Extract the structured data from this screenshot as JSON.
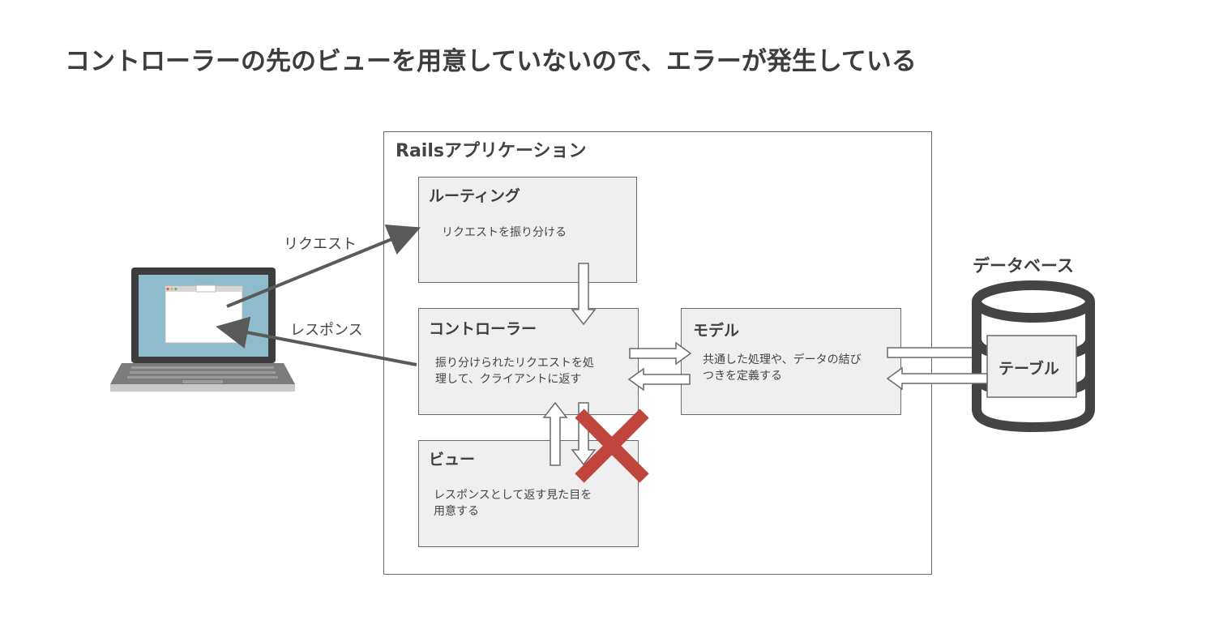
{
  "title": "コントローラーの先のビューを用意していないので、エラーが発生している",
  "app_title": "Railsアプリケーション",
  "routing": {
    "title": "ルーティング",
    "desc": "リクエストを振り分ける"
  },
  "controller": {
    "title": "コントローラー",
    "desc_line1": "振り分けられたリクエストを処",
    "desc_line2": "理して、クライアントに返す"
  },
  "view": {
    "title": "ビュー",
    "desc_line1": "レスポンスとして返す見た目を",
    "desc_line2": "用意する"
  },
  "model": {
    "title": "モデル",
    "desc_line1": "共通した処理や、データの結び",
    "desc_line2": "つきを定義する"
  },
  "database": {
    "title": "データベース",
    "table_label": "テーブル"
  },
  "labels": {
    "request": "リクエスト",
    "response": "レスポンス"
  },
  "colors": {
    "box_fill": "#efefef",
    "border": "#6a6a6a",
    "error_cross": "#c0453c",
    "screen": "#8fbccc",
    "db_stroke": "#444444"
  },
  "icons": {
    "client": "laptop-icon",
    "error": "cross-icon",
    "database": "database-cylinder-icon"
  }
}
